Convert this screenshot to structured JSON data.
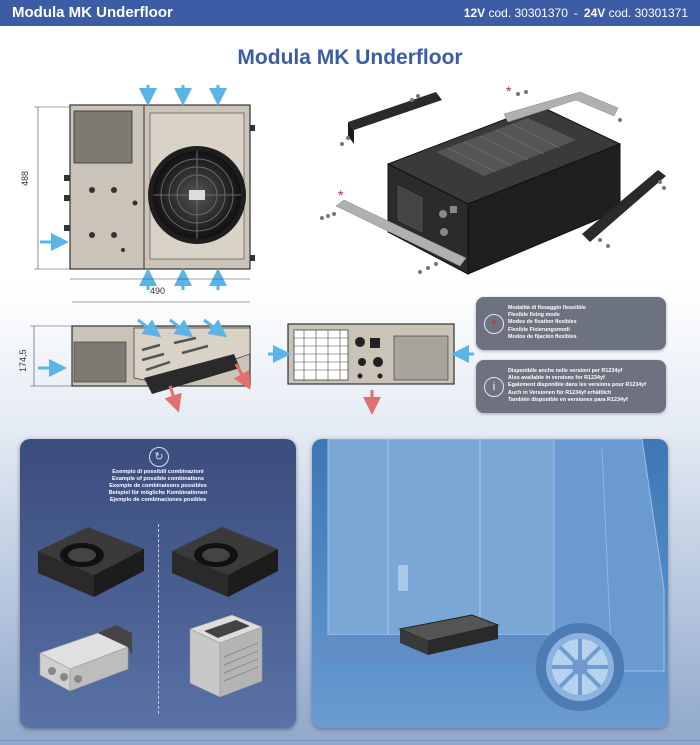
{
  "header": {
    "title": "Modula MK Underfloor",
    "v12": "12V",
    "code12": " cod. 30301370",
    "separator": "-",
    "v24": "24V",
    "code24": " cod. 30301371"
  },
  "page_title": "Modula MK Underfloor",
  "dimensions": {
    "height": "488",
    "width": "490",
    "depth": "174,5"
  },
  "info_mounting": {
    "icon": "asterisk-icon",
    "lines": [
      "Modalità di fissaggio flessibile",
      "Flexible fixing mode",
      "Modes de fixation flexibles",
      "Flexible Fixierungsmodi",
      "Modos de fijación flexibles"
    ]
  },
  "info_refrigerant": {
    "icon": "info-icon",
    "lines": [
      "Disponibile anche nelle versioni per R1234yf",
      "Also available in versions for R1234yf",
      "Egalement disponible dans les versions pour R1234yf",
      "Auch in Versionen für R1234yf erhältlich",
      "También disponible en versiones para R1234yf"
    ]
  },
  "combinations": {
    "icon": "combination-icon",
    "lines": [
      "Esempio di possibili combinazioni",
      "Example of possible combinations",
      "Exemple de combinaisons possibles",
      "Beispiel für mögliche Kombinationen",
      "Ejemplo de combinaciones posibles"
    ]
  },
  "colors": {
    "brand_blue": "#3c5da6",
    "airflow_blue": "#5ab4e6",
    "airflow_red": "#e07070",
    "asterisk_red": "#d9262c"
  }
}
